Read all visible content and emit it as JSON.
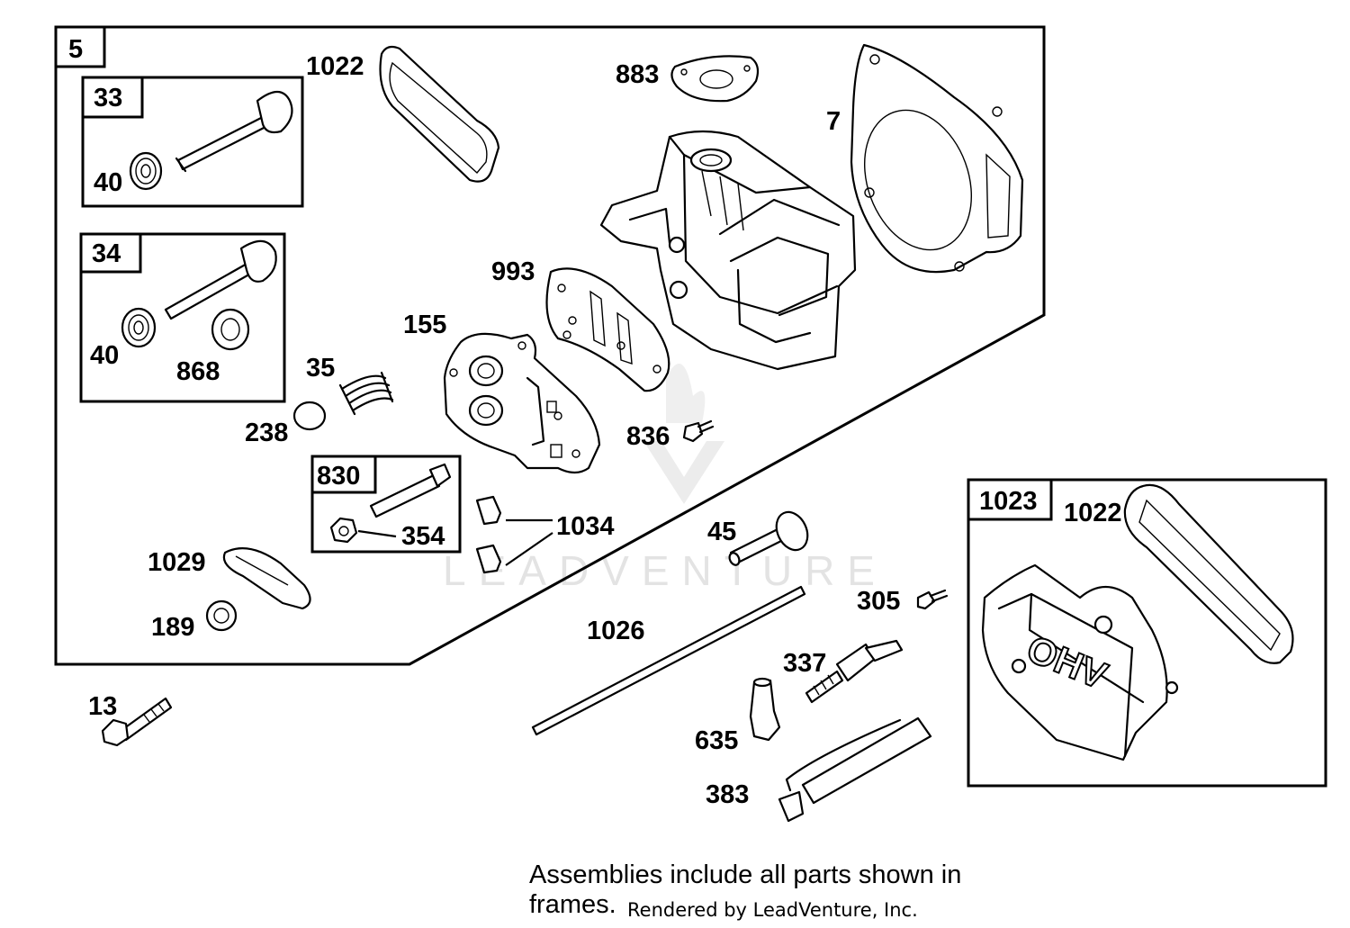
{
  "watermark": "LEADVENTURE",
  "frames": {
    "main": "5",
    "exhaust_valve_kit": "33",
    "intake_valve_kit": "34",
    "rocker_stud_kit": "830",
    "valve_cover_kit": "1023"
  },
  "callouts": {
    "c1022a": "1022",
    "c40a": "40",
    "c883": "883",
    "c7": "7",
    "c993": "993",
    "c155": "155",
    "c40b": "40",
    "c868": "868",
    "c35": "35",
    "c238": "238",
    "c836": "836",
    "c354": "354",
    "c1034": "1034",
    "c1029": "1029",
    "c189": "189",
    "c45": "45",
    "c1022b": "1022",
    "c305": "305",
    "c1026": "1026",
    "c337": "337",
    "c13": "13",
    "c635": "635",
    "c383": "383"
  },
  "cover_text": "OHV",
  "footer": {
    "note_line1": "Assemblies include all parts shown in",
    "note_line2": "frames.",
    "credit": "Rendered by LeadVenture, Inc."
  }
}
